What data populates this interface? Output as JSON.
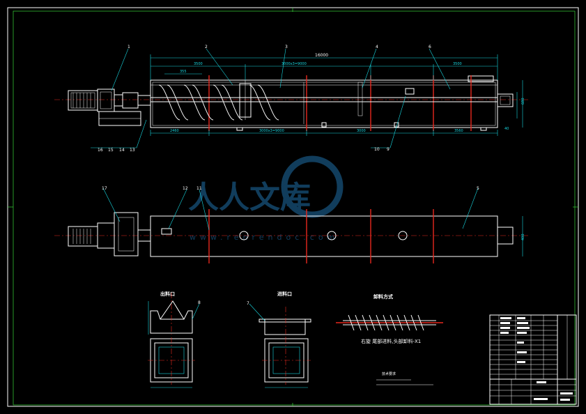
{
  "watermark": {
    "text": "人人文库",
    "url": "www.renrendoc.com"
  },
  "part_labels_top": [
    "1",
    "2",
    "3",
    "4",
    "6",
    "16",
    "15",
    "14",
    "13",
    "10",
    "9"
  ],
  "part_labels_plan": [
    "17",
    "12",
    "11",
    "5"
  ],
  "part_labels_detail": [
    "8",
    "7"
  ],
  "dimensions_top": {
    "overall": "16000",
    "seg1": "3500",
    "seg2": "3000x3=9000",
    "seg3": "3500",
    "pitch": "355",
    "bottom1": "2460",
    "bottom2": "3000x3=9000",
    "bottom3": "3000",
    "bottom4": "3560",
    "height": "680",
    "end": "40"
  },
  "views": {
    "outlet": "出料口",
    "inlet": "进料口",
    "discharge": "卸料方式",
    "discharge_note": "右旋   尾部进料,头部卸料-X1"
  },
  "tech_notes": "技术要求"
}
